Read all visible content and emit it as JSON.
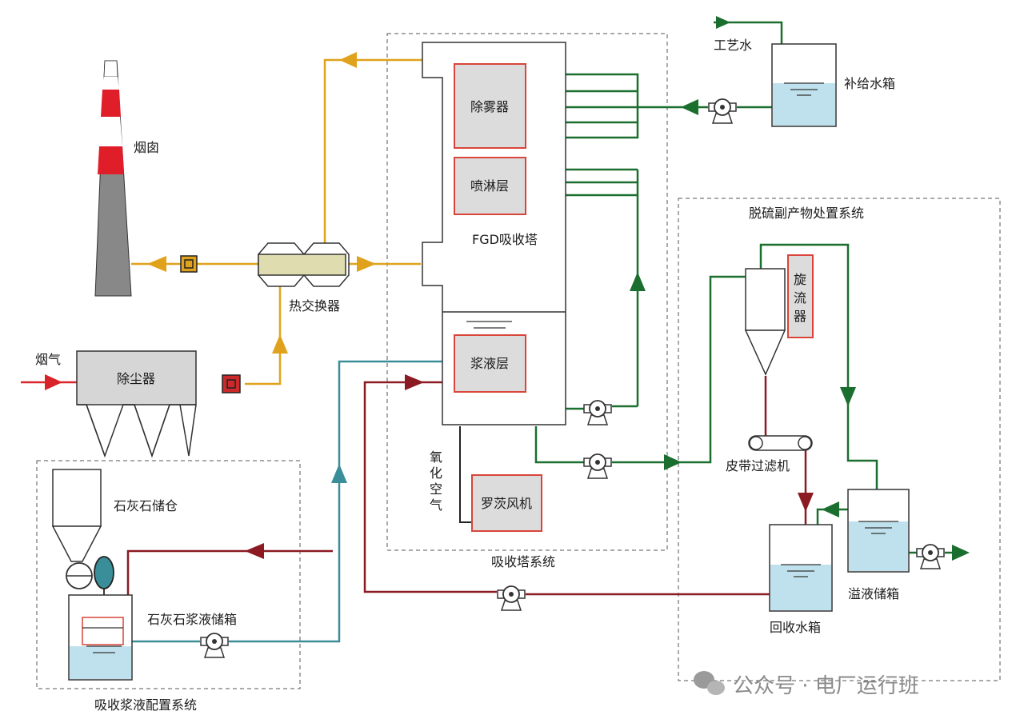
{
  "colors": {
    "flue": "#e0a21c",
    "water": "#1a6e2e",
    "slurry": "#8b1a22",
    "feed": "#3a8e99",
    "inlet": "#d8232a",
    "box_border": "#d9453a",
    "box_fill": "#dcdcdc",
    "tank_water": "#bfe1ee",
    "dashed": "#555555"
  },
  "labels": {
    "chimney": "烟囱",
    "flue_gas": "烟气",
    "dust_collector": "除尘器",
    "heat_exchanger": "热交换器",
    "tower": "FGD吸收塔",
    "demister": "除雾器",
    "spray_layer": "喷淋层",
    "slurry_layer": "浆液层",
    "oxidation_air": [
      "氧",
      "化",
      "空",
      "气"
    ],
    "roots_blower": "罗茨风机",
    "absorber_system": "吸收塔系统",
    "process_water": "工艺水",
    "makeup_tank": "补给水箱",
    "byproduct_system": "脱硫副产物处置系统",
    "cyclone": [
      "旋",
      "流",
      "器"
    ],
    "belt_filter": "皮带过滤机",
    "recovery_tank": "回收水箱",
    "overflow_tank": "溢液储箱",
    "limestone_silo": "石灰石储仓",
    "limestone_slurry_tank": "石灰石浆液储箱",
    "slurry_prep_system": "吸收浆液配置系统",
    "watermark": "公众号 · 电厂运行班"
  }
}
